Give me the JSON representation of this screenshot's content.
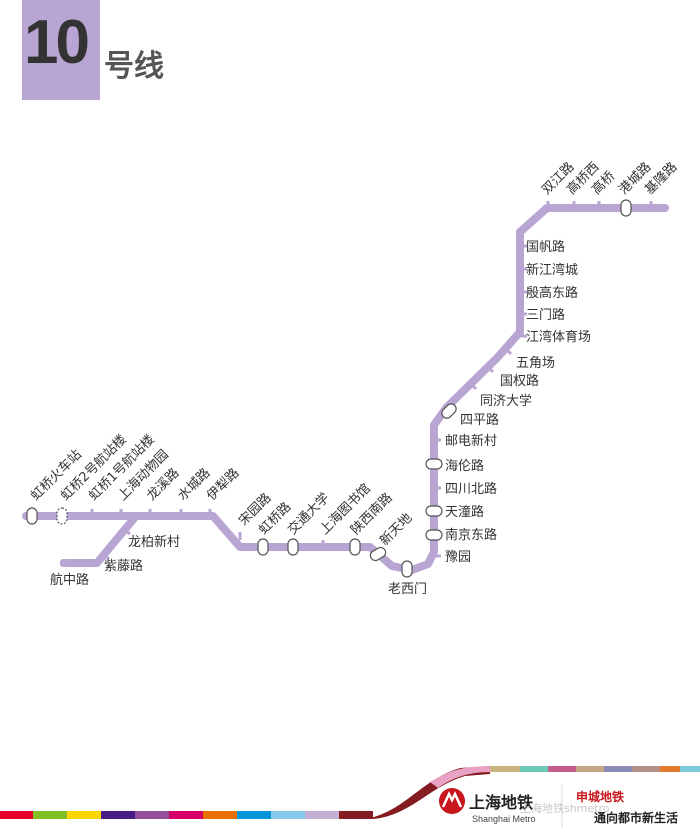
{
  "header": {
    "line_number": "10",
    "line_label": "号线"
  },
  "colors": {
    "line": "#b9a5d3",
    "header_box": "#b9a5d3",
    "station_text": "#333333",
    "metro_red": "#c8161d"
  },
  "stations": {
    "hongqiao_railway": "虹桥火车站",
    "hongqiao_t2": "虹桥2号航站楼",
    "hongqiao_t1": "虹桥1号航站楼",
    "shanghai_zoo": "上海动物园",
    "longxi_rd": "龙溪路",
    "shuicheng_rd": "水城路",
    "yili_rd": "伊犁路",
    "songyuan_rd": "宋园路",
    "hongqiao_rd": "虹桥路",
    "jiaotong_univ": "交通大学",
    "shanghai_library": "上海图书馆",
    "shaanxi_rd_s": "陕西南路",
    "xintiandi": "新天地",
    "laoximen": "老西门",
    "yuyuan": "豫园",
    "nanjing_rd_e": "南京东路",
    "tiantong_rd": "天潼路",
    "sichuan_rd_n": "四川北路",
    "hailun_rd": "海伦路",
    "youdian_xincun": "邮电新村",
    "siping_rd": "四平路",
    "tongji_univ": "同济大学",
    "guoquan_rd": "国权路",
    "wujiaochang": "五角场",
    "jiangwan_stadium": "江湾体育场",
    "sanmen_rd": "三门路",
    "yingao_rd_e": "殷高东路",
    "xinjiangwancheng": "新江湾城",
    "guofan_rd": "国帆路",
    "shuangjiang_rd": "双江路",
    "gaoqiao_west": "高桥西",
    "gaoqiao": "高桥",
    "gangcheng_rd": "港城路",
    "jilong_rd": "基隆路",
    "longbai_xincun": "龙柏新村",
    "ziteng_rd": "紫藤路",
    "hangzhong_rd": "航中路"
  },
  "footer": {
    "brand_cn": "上海地铁",
    "brand_en": "Shanghai Metro",
    "slogan_top": "申城地铁",
    "slogan_bottom": "通向都市新生活",
    "watermark": "上海地铁shmetro"
  }
}
